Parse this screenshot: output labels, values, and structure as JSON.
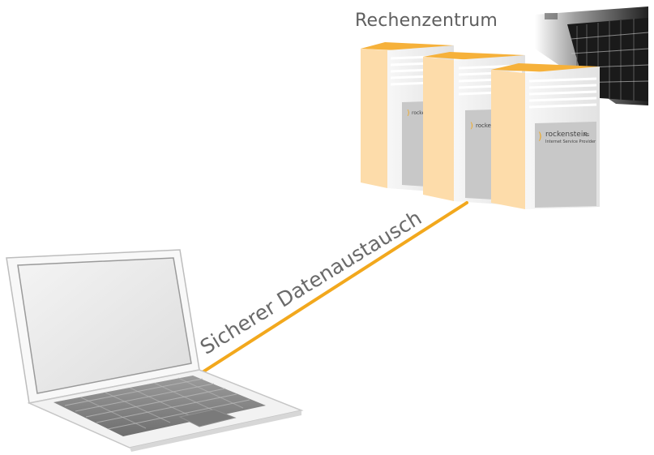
{
  "datacenter": {
    "title": "Rechenzentrum"
  },
  "connection": {
    "label": "Sicherer Datenaustausch",
    "color": "#f2a81d"
  },
  "server_brand": {
    "name": "rockenstein",
    "suffix": "AG",
    "tagline": "Internet Service Provider",
    "logo_color": "#f2a81d"
  },
  "colors": {
    "server_front": "#fddcaa",
    "server_top": "#f6b13a",
    "server_side": "#efefef",
    "server_panel": "#c9c9c9",
    "rack_dark": "#1e1e1e"
  }
}
